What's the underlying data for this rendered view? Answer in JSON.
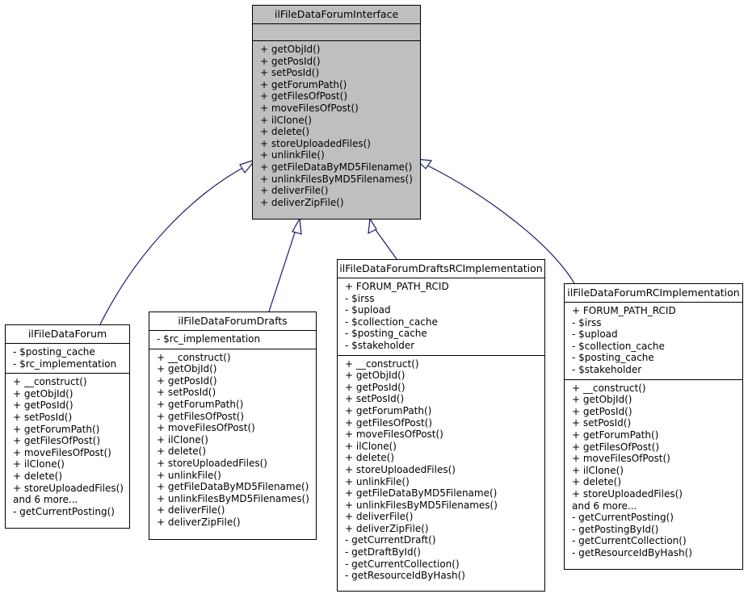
{
  "classes": {
    "iface": {
      "name": "ilFileDataForumInterface",
      "attributes": [],
      "methods": [
        "+ getObjId()",
        "+ getPosId()",
        "+ setPosId()",
        "+ getForumPath()",
        "+ getFilesOfPost()",
        "+ moveFilesOfPost()",
        "+ ilClone()",
        "+ delete()",
        "+ storeUploadedFiles()",
        "+ unlinkFile()",
        "+ getFileDataByMD5Filename()",
        "+ unlinkFilesByMD5Filenames()",
        "+ deliverFile()",
        "+ deliverZipFile()"
      ]
    },
    "forum": {
      "name": "ilFileDataForum",
      "attributes": [
        "- $posting_cache",
        "- $rc_implementation"
      ],
      "methods": [
        "+ __construct()",
        "+ getObjId()",
        "+ getPosId()",
        "+ setPosId()",
        "+ getForumPath()",
        "+ getFilesOfPost()",
        "+ moveFilesOfPost()",
        "+ ilClone()",
        "+ delete()",
        "+ storeUploadedFiles()",
        "and 6 more...",
        "- getCurrentPosting()"
      ]
    },
    "drafts": {
      "name": "ilFileDataForumDrafts",
      "attributes": [
        "- $rc_implementation"
      ],
      "methods": [
        "+ __construct()",
        "+ getObjId()",
        "+ getPosId()",
        "+ setPosId()",
        "+ getForumPath()",
        "+ getFilesOfPost()",
        "+ moveFilesOfPost()",
        "+ ilClone()",
        "+ delete()",
        "+ storeUploadedFiles()",
        "+ unlinkFile()",
        "+ getFileDataByMD5Filename()",
        "+ unlinkFilesByMD5Filenames()",
        "+ deliverFile()",
        "+ deliverZipFile()"
      ]
    },
    "draftsrc": {
      "name": "ilFileDataForumDraftsRCImplementation",
      "attributes": [
        "+ FORUM_PATH_RCID",
        "- $irss",
        "- $upload",
        "- $collection_cache",
        "- $posting_cache",
        "- $stakeholder"
      ],
      "methods": [
        "+ __construct()",
        "+ getObjId()",
        "+ getPosId()",
        "+ setPosId()",
        "+ getForumPath()",
        "+ getFilesOfPost()",
        "+ moveFilesOfPost()",
        "+ ilClone()",
        "+ delete()",
        "+ storeUploadedFiles()",
        "+ unlinkFile()",
        "+ getFileDataByMD5Filename()",
        "+ unlinkFilesByMD5Filenames()",
        "+ deliverFile()",
        "+ deliverZipFile()",
        "- getCurrentDraft()",
        "- getDraftById()",
        "- getCurrentCollection()",
        "- getResourceIdByHash()"
      ]
    },
    "rc": {
      "name": "ilFileDataForumRCImplementation",
      "attributes": [
        "+ FORUM_PATH_RCID",
        "- $irss",
        "- $upload",
        "- $collection_cache",
        "- $posting_cache",
        "- $stakeholder"
      ],
      "methods": [
        "+ __construct()",
        "+ getObjId()",
        "+ getPosId()",
        "+ setPosId()",
        "+ getForumPath()",
        "+ getFilesOfPost()",
        "+ moveFilesOfPost()",
        "+ ilClone()",
        "+ delete()",
        "+ storeUploadedFiles()",
        "and 6 more...",
        "- getCurrentPosting()",
        "- getPostingById()",
        "- getCurrentCollection()",
        "- getResourceIdByHash()"
      ]
    }
  },
  "colors": {
    "interface_fill": "#bfbfbf",
    "class_fill": "#ffffff",
    "edge": "#191970"
  }
}
